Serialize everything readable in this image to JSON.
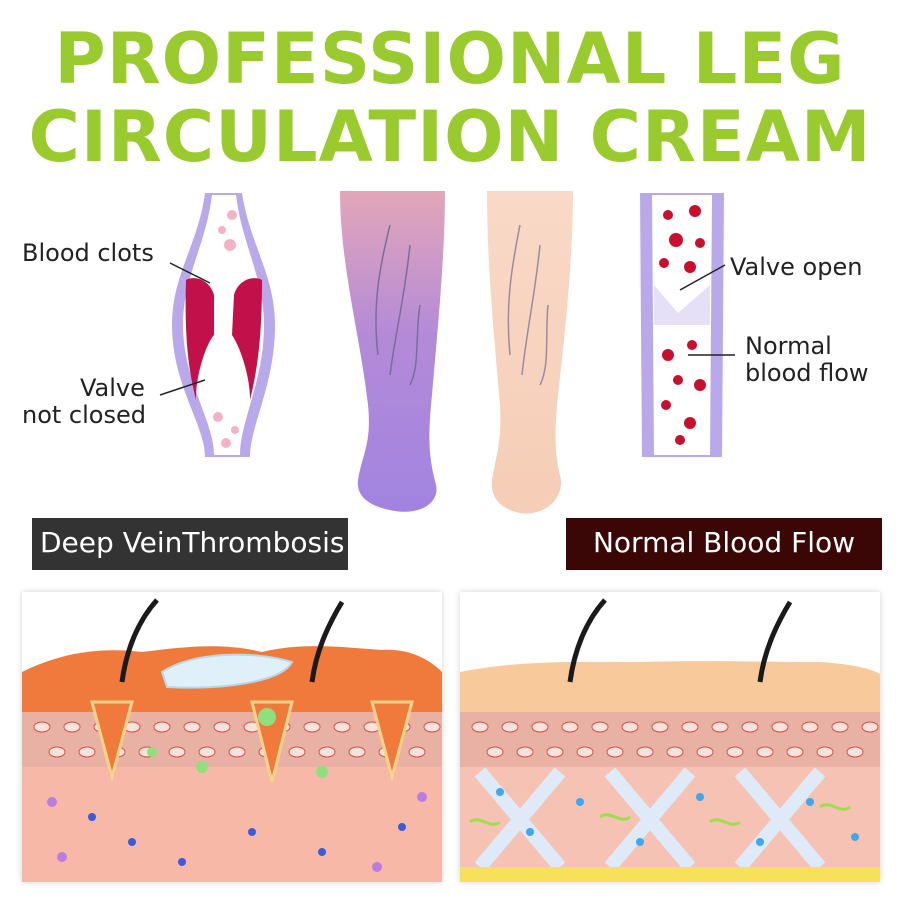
{
  "heading": {
    "line1": "PROFESSIONAL LEG",
    "line2": "CIRCULATION CREAM"
  },
  "left_vein": {
    "label_clots": "Blood clots",
    "label_valve_1": "Valve",
    "label_valve_2": "not closed"
  },
  "right_vein": {
    "label_valve_open": "Valve open",
    "label_flow_1": "Normal",
    "label_flow_2": "blood flow"
  },
  "badges": {
    "left": "Deep VeinThrombosis",
    "right": "Normal Blood Flow"
  },
  "colors": {
    "title": "#9acb2e",
    "badge_left": "#333333",
    "badge_right": "#3a0606",
    "clot": "#c2104a",
    "vein_wall": "#b9a9ea"
  }
}
